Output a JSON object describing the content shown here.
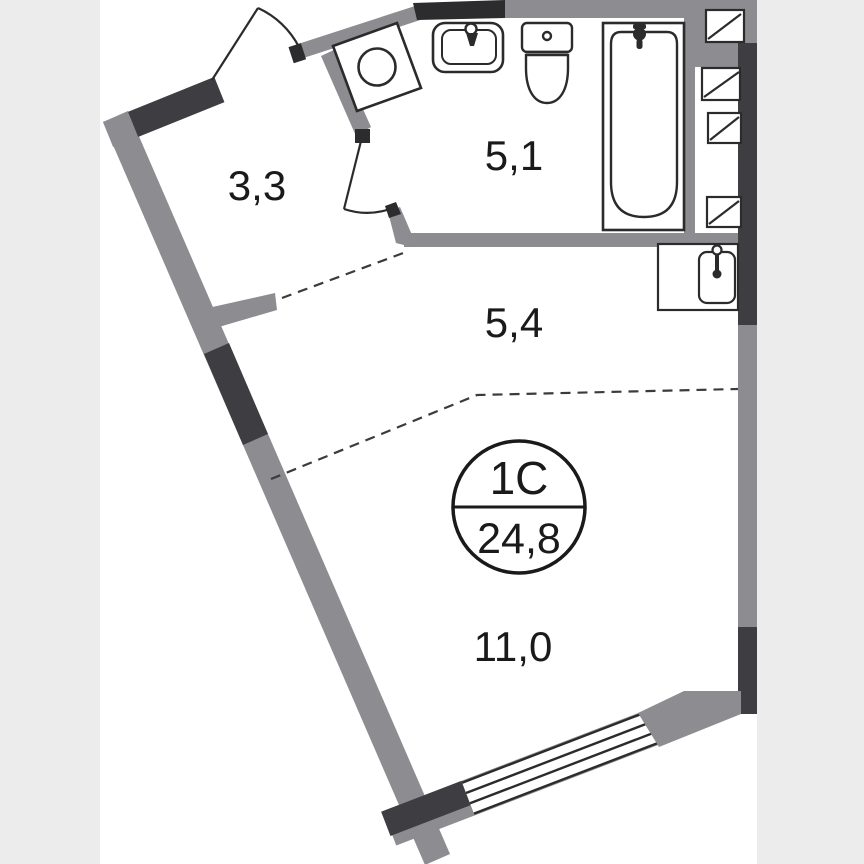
{
  "plan": {
    "type": "apartment-floor-plan",
    "unit_badge": {
      "type_label": "1С",
      "total_area": "24,8"
    },
    "rooms": [
      {
        "id": "hallway",
        "area_label": "3,3"
      },
      {
        "id": "bathroom",
        "area_label": "5,1"
      },
      {
        "id": "kitchen-corridor",
        "area_label": "5,4"
      },
      {
        "id": "living-room",
        "area_label": "11,0"
      }
    ],
    "fixtures": [
      "washing-machine",
      "bathroom-sink",
      "toilet",
      "bathtub",
      "kitchen-sink-counter",
      "window",
      "entrance-door",
      "bathroom-door",
      "ventilation-shafts",
      "zone-divider-dashed-lines"
    ]
  },
  "colors": {
    "page_background": "#ffffff",
    "margin_gray": "#ececec",
    "wall_gray": "#8c8c91",
    "wall_dark": "#3e3e42",
    "line_black": "#2b2b2b",
    "text": "#1a1a1a"
  }
}
